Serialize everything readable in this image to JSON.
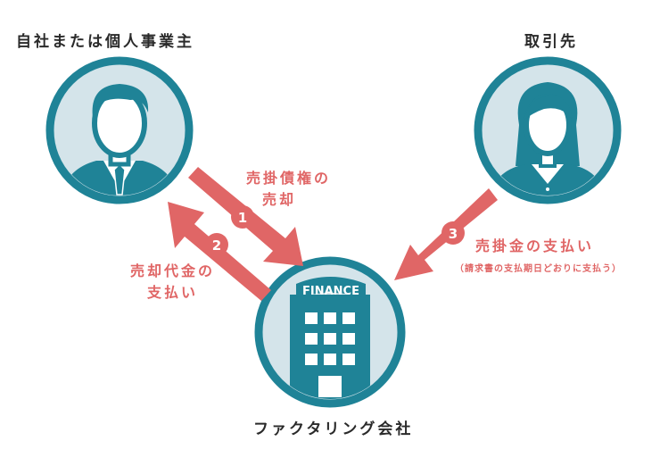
{
  "parties": {
    "self": {
      "label": "自社または個人事業主",
      "icon": "businessman-icon"
    },
    "partner": {
      "label": "取引先",
      "icon": "businesswoman-icon"
    },
    "factoring": {
      "label": "ファクタリング会社",
      "icon": "finance-building-icon",
      "sign": "FINANCE"
    }
  },
  "steps": [
    {
      "number": "1",
      "line1": "売掛債権の",
      "line2": "売却"
    },
    {
      "number": "2",
      "line1": "売却代金の",
      "line2": "支払い"
    },
    {
      "number": "3",
      "line1": "売掛金の支払い",
      "note": "（請求書の支払期日どおりに支払う）"
    }
  ],
  "colors": {
    "teal": "#1f8397",
    "circle_bg": "#d4e4ea",
    "arrow": "#e06666",
    "text": "#2a2a2a"
  }
}
